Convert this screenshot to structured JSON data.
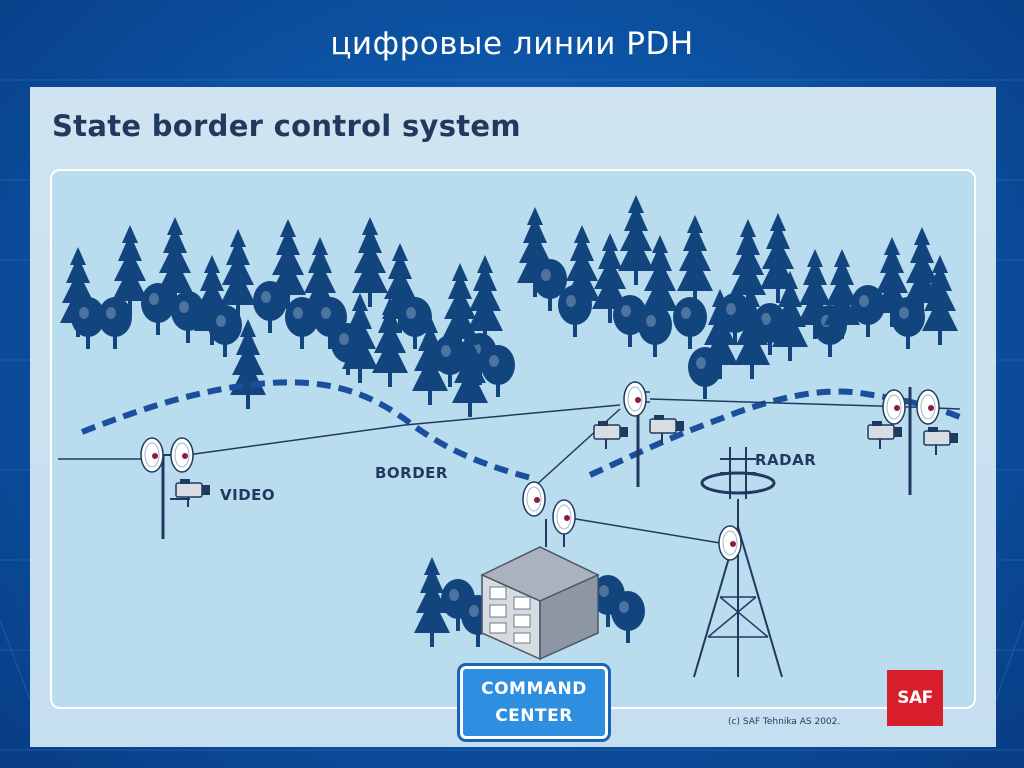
{
  "slide": {
    "title": "цифровые линии PDH"
  },
  "figure": {
    "title": "State border control system",
    "labels": {
      "video": "VIDEO",
      "border": "BORDER",
      "radar": "RADAR",
      "command_center_line1": "COMMAND",
      "command_center_line2": "CENTER"
    },
    "copyright": "(c) SAF Tehnika AS 2002.",
    "logo": "SAF"
  },
  "icons": [
    "tree-icon",
    "radio-dish-icon",
    "video-camera-icon",
    "radar-tower-icon",
    "building-icon"
  ],
  "colors": {
    "slide_background": "#0d56a8",
    "figure_background": "#cfe4f0",
    "panel_background": "#b9dcef",
    "tree": "#12447e",
    "border_line": "#1b4f9e",
    "text": "#1f3a5e",
    "command_center": "#2e8fe0",
    "logo": "#d91e2b"
  }
}
